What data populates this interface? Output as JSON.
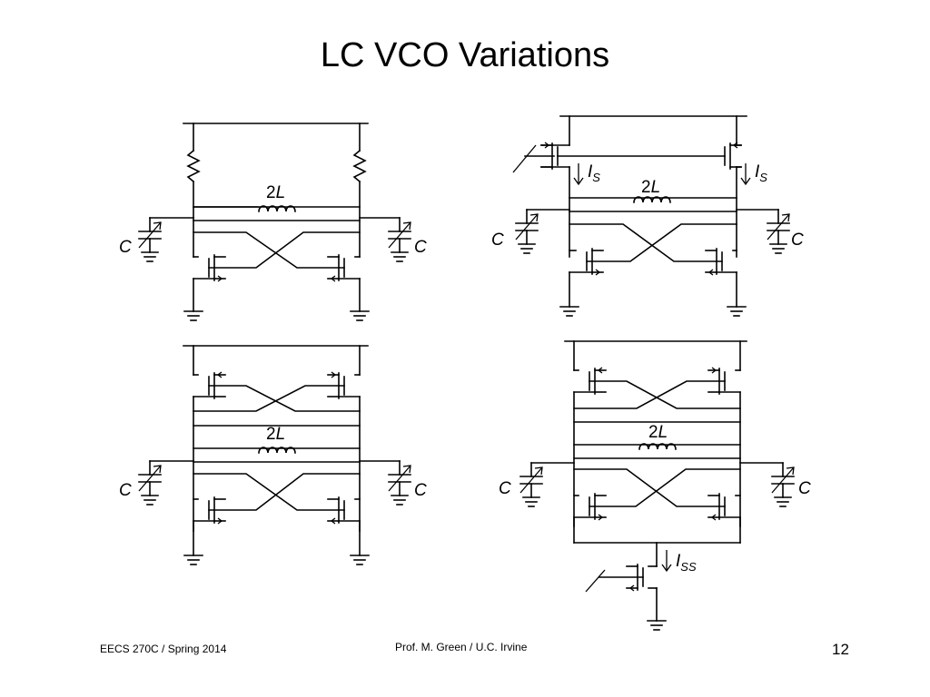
{
  "slide": {
    "title": "LC VCO Variations",
    "page_number": "12"
  },
  "footer": {
    "course": "EECS 270C / Spring 2014",
    "instructor": "Prof. M. Green / U.C. Irvine"
  },
  "labels": {
    "inductor_coeff": "2",
    "inductor_sym": "L",
    "capacitor": "C",
    "current_sym": "I",
    "current_sub_s": "S",
    "current_sub_ss": "SS"
  }
}
